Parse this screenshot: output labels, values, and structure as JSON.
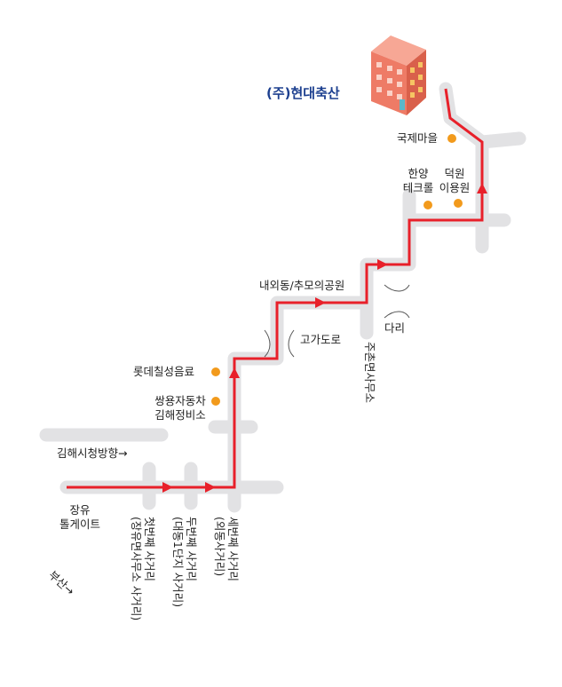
{
  "company": {
    "name": "(주)현대축산"
  },
  "landmarks": {
    "international_village": "국제마을",
    "hanyang_line1": "한양",
    "hanyang_line2": "테크롤",
    "deokwon_line1": "덕원",
    "deokwon_line2": "이용원",
    "park": "내외동/추모의공원",
    "bridge": "다리",
    "overpass": "고가도로",
    "lotte": "롯데칠성음료",
    "ssangyong_line1": "쌍용자동차",
    "ssangyong_line2": "김해정비소",
    "city_hall": "김해시청방향→",
    "jangyu_line1": "장유",
    "jangyu_line2": "톨게이트",
    "busan": "부산→",
    "community_center": "주촌면사무소"
  },
  "intersections": {
    "first_line1": "첫번째 사거리",
    "first_line2": "(장유면사무소 사거리)",
    "second_line1": "두번째 사거리",
    "second_line2": "(대동1단지 사거리)",
    "third_line1": "세번째 사거리",
    "third_line2": "(외동사거리)"
  },
  "colors": {
    "road": "#e2e2e4",
    "route": "#e8202a",
    "poi": "#f29a1c",
    "company_text": "#1c3f8f",
    "building": "#f0806c"
  },
  "icons": [
    "building-icon",
    "poi-dot-icon",
    "route-arrow-icon",
    "bridge-bracket-icon"
  ]
}
